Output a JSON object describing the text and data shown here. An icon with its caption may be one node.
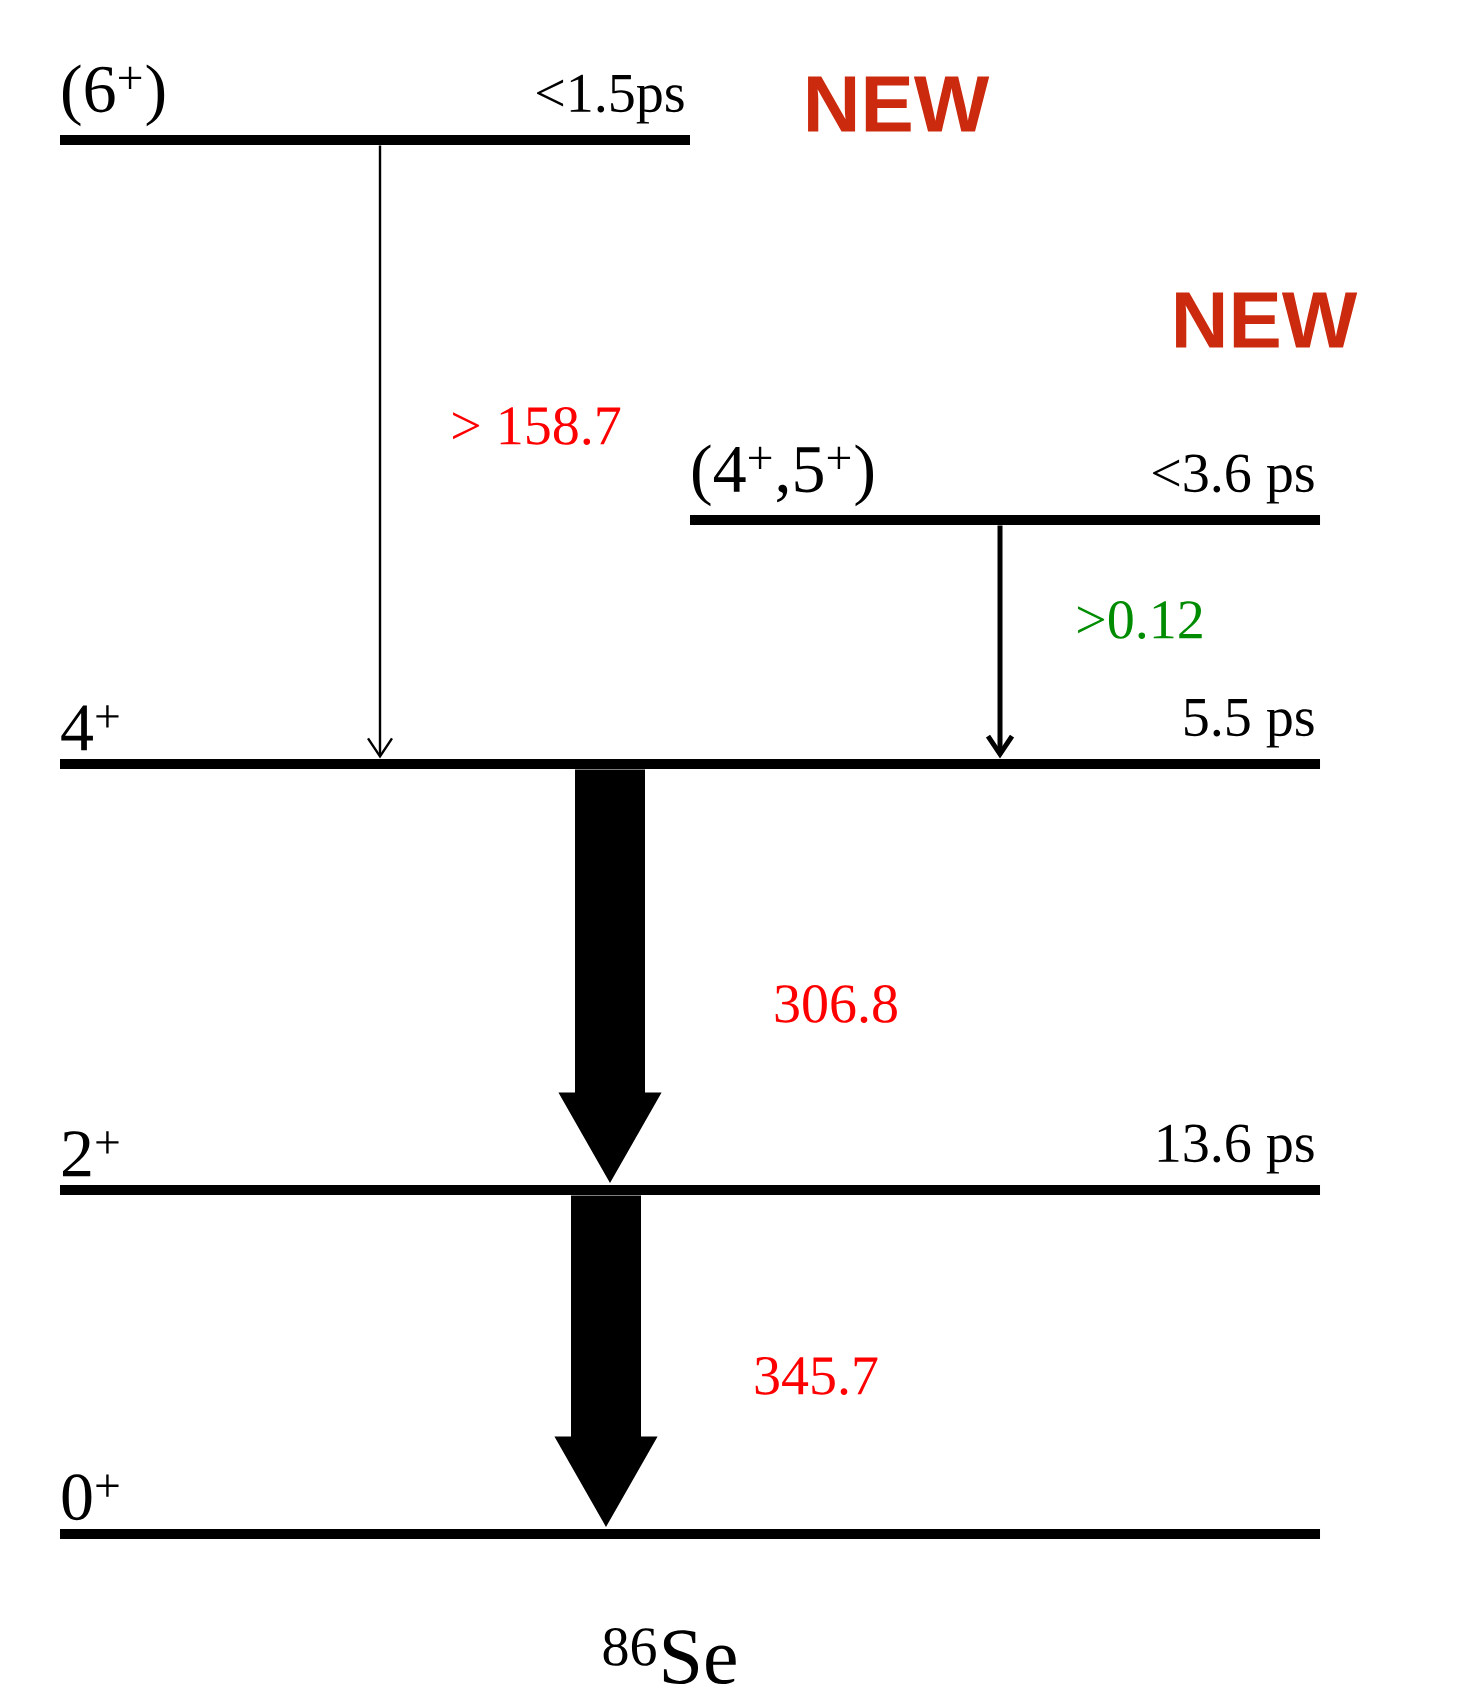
{
  "diagram": {
    "nodes": [
      {
        "text": [
          "(6$^{+}$)"
        ],
        "beside": [
          "<1.5ps"
        ]
      },
      {
        "text": [
          "(4$^{+}$,5$^{+}$)"
        ],
        "beside": [
          "<3.6 ps"
        ]
      },
      {
        "text": [
          "4$^{+}$"
        ],
        "beside": [
          "5.5 ps"
        ]
      },
      {
        "text": [
          "2$^{+}$"
        ],
        "beside": [
          "13.6 ps"
        ]
      },
      {
        "text": [
          "0$^{+}$"
        ]
      }
    ],
    "edges": [
      {
        "from": 0,
        "to": 2,
        "arrow": "to",
        "label": "> 158.7"
      },
      {
        "from": 1,
        "to": 2,
        "arrow": "to",
        "label": ">0.12"
      },
      {
        "from": 2,
        "to": 3,
        "arrow": "to",
        "label": "306.8",
        "style": "thick"
      },
      {
        "from": 3,
        "to": 4,
        "arrow": "to",
        "label": "345.7",
        "style": "thick"
      }
    ],
    "labels": [
      "NEW",
      "NEW",
      "$^{86}$Se"
    ]
  }
}
